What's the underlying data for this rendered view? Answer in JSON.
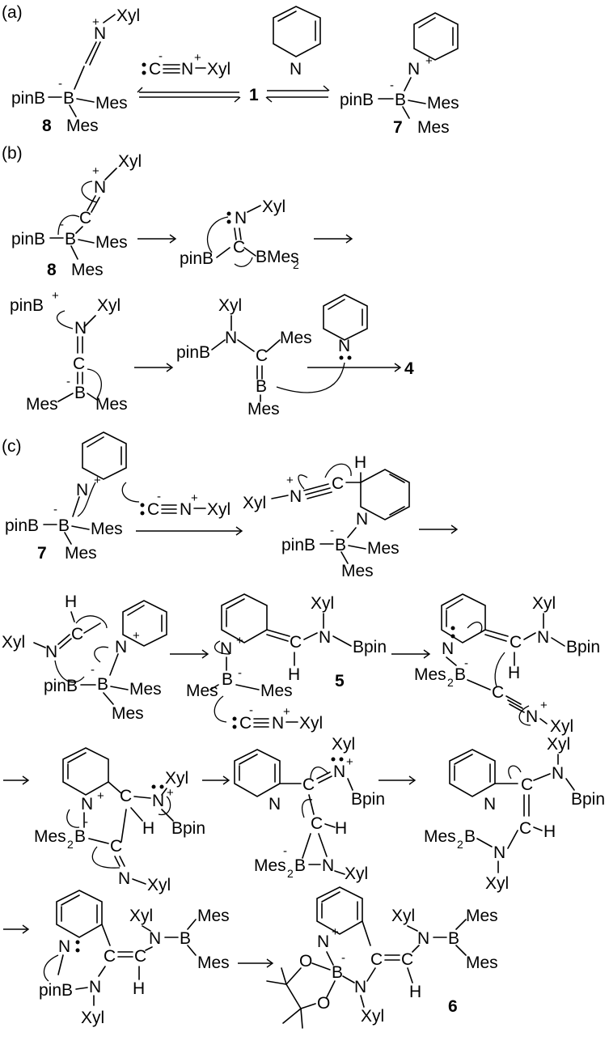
{
  "panels": {
    "a": "(a)",
    "b": "(b)",
    "c": "(c)"
  },
  "atoms": {
    "pinB": "pinB",
    "B": "B",
    "Mes": "Mes",
    "Xyl": "Xyl",
    "N": "N",
    "C": "C",
    "H": "H",
    "Bpin": "Bpin",
    "BMes2": "BMes",
    "Mes2B": "Mes",
    "sub2": "2",
    "O": "O"
  },
  "charges": {
    "plus": "+",
    "minus": "-"
  },
  "isocyanide": {
    "lone_pair": ":",
    "c_triple_n": "C≡N",
    "dash_xyl": "–Xyl"
  },
  "compounds": {
    "c1": "1",
    "c4": "4",
    "c5": "5",
    "c6": "6",
    "c7": "7",
    "c8": "8"
  }
}
